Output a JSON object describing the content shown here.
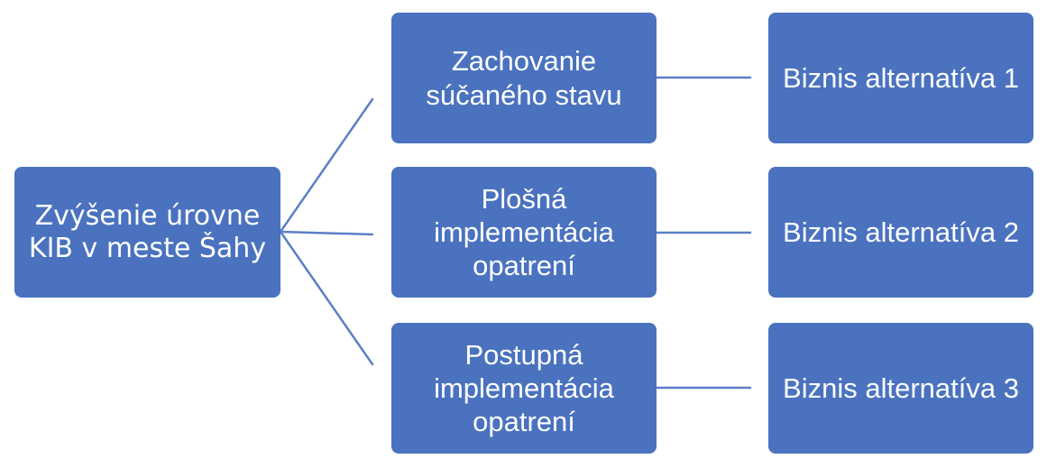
{
  "diagram": {
    "colors": {
      "box_fill": "#4a72bf",
      "connector": "#5b7fc7",
      "text": "#ffffff"
    },
    "root": {
      "label": "Zvýšenie úrovne KIB v meste Šahy"
    },
    "branches": [
      {
        "option": "Zachovanie súčaného stavu",
        "alternative": "Biznis alternatíva 1"
      },
      {
        "option": "Plošná implementácia opatrení",
        "alternative": "Biznis alternatíva 2"
      },
      {
        "option": "Postupná implementácia opatrení",
        "alternative": "Biznis alternatíva 3"
      }
    ]
  }
}
